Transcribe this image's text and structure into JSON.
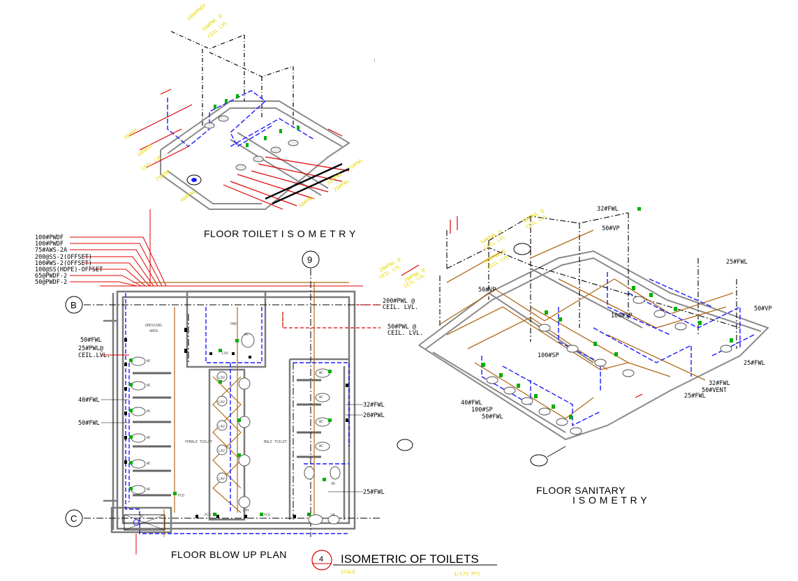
{
  "titles": {
    "floor_toilet_isometry": "FLOOR TOILET I S O M E T R Y",
    "floor_blow_up_plan": "FLOOR BLOW UP PLAN",
    "floor_sanitary_line1": "FLOOR SANITARY",
    "floor_sanitary_line2": "I S O M E T R Y",
    "main_title": "ISOMETRIC  OF  TOILETS",
    "main_title_number": "4",
    "scale_label": "SCALE",
    "scale_value": "1/175 MTS"
  },
  "grid_markers": {
    "b": "B",
    "c": "C",
    "nine": "9"
  },
  "plan_legend": [
    "100#PWDF",
    "100#PWDF",
    "75#AWS-2A",
    "200@SS-2(OFFSET)",
    "100#WS-2(OFFSET)",
    "100@SS(HDPE)-OFFSET",
    "65@PWDF-2",
    "50@PWDF-2"
  ],
  "plan_left_labels": {
    "fwl50": "50#FWL",
    "fwl25_line1": "25#PWL@",
    "fwl25_line2": "CEIL.LVL.",
    "fwl40": "40#FWL",
    "fwl50b": "50#FWL"
  },
  "plan_right_labels": {
    "pwl200_line1": "200#PWL @",
    "pwl200_line2": "CEIL. LVL.",
    "pwl50_line1": "50#PWL @",
    "pwl50_line2": "CEIL. LVL.",
    "fwl32": "32#FWL",
    "pwl20": "20#PWL",
    "fwl25": "25#FWL"
  },
  "room_labels": {
    "dressing_area_1": "DRESSING",
    "dressing_area_2": "AREA",
    "female_toilet": "FEMALE TOILET",
    "male_toilet": "MALE TOILET",
    "pwd": "PWD",
    "ne": "NE"
  },
  "fixture_labels": {
    "wc": "WC",
    "lav": "LAV",
    "ur": "UR",
    "fcd": "FCD"
  },
  "sanitary_labels": {
    "fwl32": "32#FWL",
    "fwl25": "25#FWL",
    "vp50": "50#VP",
    "vp50b": "50#VP",
    "sp100": "100#SP",
    "sp100b": "100#SP",
    "fwl40": "40#FWL",
    "sp100c": "100#SP",
    "fwl50": "50#FWL",
    "fwl25b": "25#FWL",
    "fwl32b": "32#FWL",
    "vent50": "50#VENT",
    "fwl25c": "25#FWL"
  },
  "colors": {
    "hot_pipe": "#e00000",
    "cold_pipe": "#1a1aff",
    "drain_pipe": "#b06a1a",
    "vent_pipe": "#000000",
    "annotation_yellow": "#e6d800",
    "wall": "#7a7a7a",
    "fixture_green": "#00b000"
  },
  "icons": {
    "grid_bubble": "grid-bubble-icon",
    "north_arrow": "north-arrow-icon",
    "fixture": "fixture-icon"
  }
}
